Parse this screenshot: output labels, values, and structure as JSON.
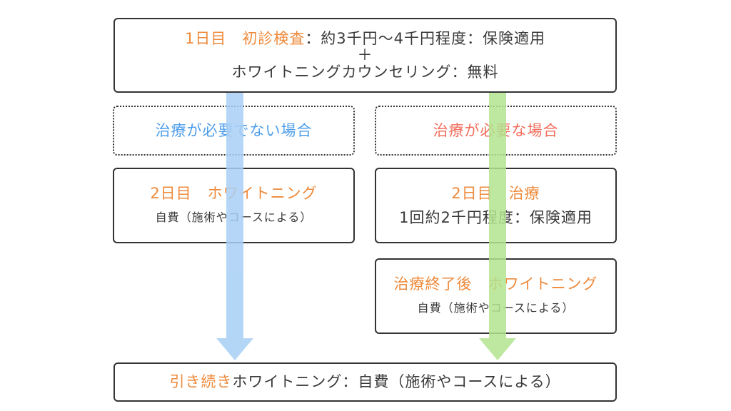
{
  "top": {
    "day_label": "1日目",
    "exam_label": "初診検査",
    "exam_cost": "：約3千円～4千円程度：保険適用",
    "plus": "＋",
    "counseling": "ホワイトニングカウンセリング：無料"
  },
  "branch_no_treatment": {
    "label": "治療が必要でない場合",
    "step_title": "2日目　ホワイトニング",
    "step_cost": "自費（施術やコースによる）"
  },
  "branch_treatment": {
    "label": "治療が必要な場合",
    "step_title": "2日目　治療",
    "step_cost": "1回約2千円程度：保険適用",
    "after_title": "治療終了後　ホワイトニング",
    "after_cost": "自費（施術やコースによる）"
  },
  "bottom": {
    "prefix": "引き続き",
    "text": "ホワイトニング：自費（施術やコースによる）"
  },
  "colors": {
    "orange": "#ee8a3b",
    "blue_text": "#4f9eea",
    "red_text": "#f26d5c",
    "blue_arrow": "#a8cff5",
    "green_arrow": "#b3e38f"
  }
}
